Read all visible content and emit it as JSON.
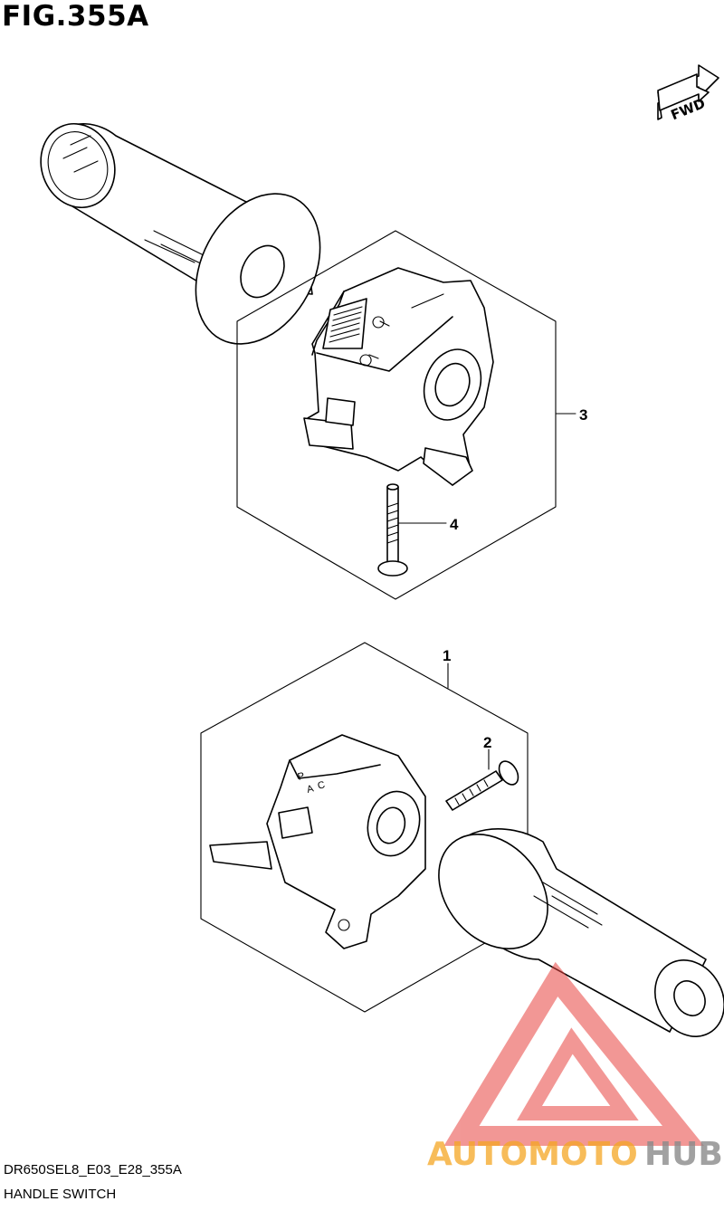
{
  "figure": {
    "title": "FIG.355A",
    "code": "DR650SEL8_E03_E28_355A",
    "name": "HANDLE SWITCH",
    "fwd_label": "FWD"
  },
  "callouts": {
    "c1": "1",
    "c2": "2",
    "c3": "3",
    "c4": "4"
  },
  "switch_marks": {
    "p": "P",
    "a": "A",
    "c": "C"
  },
  "watermark": {
    "part1": "AUTOMOTO",
    "part2": "HUB",
    "color_red": "#e8433f",
    "color_orange": "#f5a623",
    "color_gray": "#8a8a8a"
  }
}
